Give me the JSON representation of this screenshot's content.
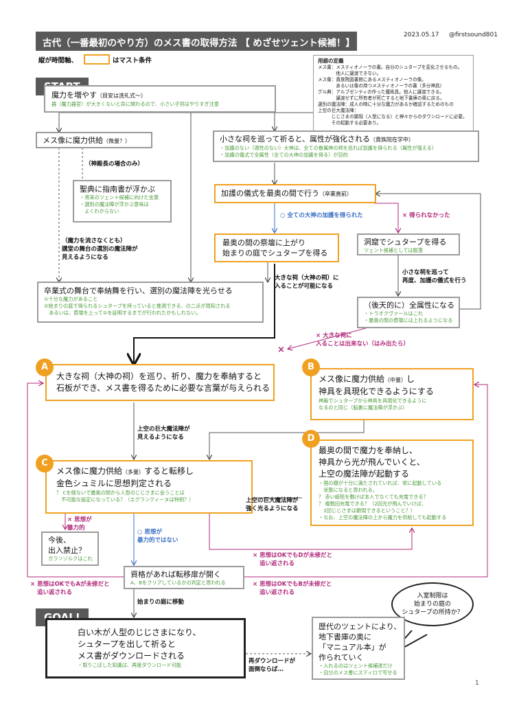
{
  "header": {
    "title": "古代（一番最初のやり方）のメス書の取得方法 【 めざせツェント候補！】",
    "date": "2023.05.17",
    "author": "@firstsound801"
  },
  "legend": {
    "vertical_axis": "縦が時間軸、",
    "must_condition": "はマスト条件"
  },
  "definitions": {
    "title": "用語の定義",
    "lines": [
      "メス書：メスティオノーラの書。自分のシュタープを変化させるもの。",
      "　　　　他人に譲渡できない。",
      "メス像：貴族院図書館にあるメスティオノーラの像。",
      "　　　　あるいは像の持つメスティオノーラの書（多分神具）",
      "グル典：アルブゼンティの作った魔術具。他人に譲渡できる。",
      "　　　　譲渡せずに所有者が死亡すると地下書庫の奥に戻る。",
      "選別の魔法陣：成人の時に十分な魔力があるか確認するためのもの",
      "上空の巨大魔法陣：",
      "　　　じじさまの顕現（人型になる）と神々からのダウンロードに必要。",
      "　　　その起動する必要あり。"
    ]
  },
  "tags": {
    "start": "START",
    "goal": "GOAL!"
  },
  "boxes": {
    "mana": {
      "title": "魔力を増やす",
      "title_small": "（目安は洗礼式〜）",
      "note": "器（魔力器官）が大きくないと命に関わるので、小さい子供はやりすぎ注意"
    },
    "mes_supply_small": {
      "title": "メス像に魔力供給",
      "title_small": "（微量？）"
    },
    "shrines_small": {
      "title": "小さな祠を巡って祈ると、属性が強化される",
      "title_small": "（貴族院在学中）",
      "notes": [
        "・加護のない（適性のない）大神は、全ての眷属神の祠を巡れば加護を得られる（属性が増える）",
        "・加護の儀式で全属性（全ての大神の加護を得る）が目的"
      ]
    },
    "scripture": {
      "title": "聖典に指南書が浮かぶ",
      "notes": [
        "・将来のツェント候補に向けた言葉",
        "・選別の魔法陣が浮かぶ意味は",
        "　よくわからない"
      ]
    },
    "blessing": {
      "title": "加護の儀式を最奥の間で行う",
      "title_small": "（卒業直前）"
    },
    "altar": {
      "line1": "最奥の間の祭壇に上がり",
      "line2": "始まりの庭でシュタープを得る"
    },
    "cave": {
      "title": "洞窟でシュタープを得る",
      "note": "ツェント候補としては脱落"
    },
    "graduation": {
      "title": "卒業式の舞台で奉納舞を行い、選別の魔法陣を光らせる",
      "notes": [
        "①十分な魔力があること",
        "②始まりの庭で得られるシュタープを持っていると推測できる、の二点が周知される",
        "　あるいは、祭壇を上って②を証明するまでが行われたかもしれない。"
      ]
    },
    "all_attr": {
      "title": "（後天的に）全属性になる",
      "notes": [
        "・トラオクヴァールはこれ",
        "・最奥の間の祭壇には上れるようになる"
      ]
    },
    "a": {
      "circle": "A",
      "line1": "大きな祠（大神の祠）を巡り、祈り、魔力を奉納すると",
      "line2": "石板ができ、メス書を得るために必要な言葉が与えられる"
    },
    "b": {
      "circle": "B",
      "line1": "メス像に魔力供給",
      "line1_small": "（中量）",
      "line1_tail": "し",
      "line2": "神具を具現化できるようにする",
      "notes": [
        "神殿でシュタープから神具を具現化できるように",
        "なるのと同じ（脳裏に魔法陣が浮かぶ）"
      ]
    },
    "c": {
      "circle": "C",
      "line1": "メス像に魔力供給",
      "line1_small": "（多量）",
      "line1_tail": "すると転移し",
      "line2": "金色シュミルに思想判定される",
      "notes": [
        "？ Cを経ないで最奥の間から人型のじじさまに会うことは",
        "　不可能な設定になっている？（エグランティーヌは特例？）"
      ]
    },
    "d": {
      "circle": "D",
      "line1": "最奥の間で魔力を奉納し、",
      "line2": "神具から光が飛んでいくと、",
      "line3": "上空の魔法陣が起動する",
      "notes": [
        "・国の礎が十分に満たされていれば、常に起動している",
        "　状態になると思われる。",
        "？ 赤い紙毯を敷けば本人でなくても充電できる？",
        "？ 複数回充電できる？（2回光が飛んでいけば、",
        "　2回じじさまは顕現できるということ？）",
        "・なお、上空の魔法陣の上から魔力を供給しても起動する"
      ]
    },
    "banned": {
      "line1": "今後、",
      "line2": "出入禁止？",
      "note": "ガラソゾルクはこれ"
    },
    "door": {
      "title": "資格があれば転移扉が開く",
      "note": "A、Bをクリアしているかの判定と思われる"
    },
    "goal_box": {
      "line1": "白い木が人型のじじさまになり、",
      "line2": "シュタープを出して祈ると",
      "line3": "メス書がダウンロードされる",
      "note": "・取りこぼした知識は、再度ダウンロード可能"
    },
    "manual": {
      "line1": "歴代のツェントにより、",
      "line2": "地下書庫の奥に",
      "line3": "「マニュアル本」が",
      "line4": "作られていく",
      "notes": [
        "・入れるのはツェント候補達だけ",
        "・自分のメス書にスティロで写せる"
      ]
    }
  },
  "bubble": {
    "lines": [
      "入室制限は",
      "始まりの庭の",
      "シュタープの所持か？"
    ]
  },
  "labels": {
    "priest_only": "（神殿長の場合のみ）",
    "mana_flow_1": "（魔力を流さなくとも）",
    "mana_flow_2": "講堂の舞台の選別の魔法陣が",
    "mana_flow_3": "見えるようになる",
    "got_all": "○ 全ての大神の加護を得られた",
    "not_got": "× 得られなかった",
    "big_shrine_1": "大きな祠（大神の祠）に",
    "big_shrine_2": "入ることが可能になる",
    "small_again_1": "小さな祠を巡って",
    "small_again_2": "再度、加護の儀式を行う",
    "cannot_enter_1": "× 大きな祠に",
    "cannot_enter_2": "入ることは出来ない（はみ出たら）",
    "cross_mark": "×",
    "visible_1": "上空の巨大魔法陣が",
    "visible_2": "見えるようになる",
    "bright_1": "上空の巨大魔法陣が",
    "bright_2": "強く光るようになる",
    "violent_1": "× 思想が",
    "violent_2": "暴力的",
    "nonviolent_1": "○ 思想が",
    "nonviolent_2": "暴力的ではない",
    "ok_no_d_1": "× 思想はOKでもDが未修だと",
    "ok_no_d_2": "追い返される",
    "ok_no_a_1": "× 思想はOKでもAが未修だと",
    "ok_no_a_2": "追い返される",
    "ok_no_b_1": "× 思想はOKでもBが未修だと",
    "ok_no_b_2": "追い返される",
    "to_garden": "始まりの庭に移動",
    "redownload_1": "再ダウンロードが",
    "redownload_2": "面倒ならば…"
  },
  "page_number": "1",
  "colors": {
    "orange": "#f0a020",
    "gray_box": "#9a9a9a",
    "pink": "#b0297a",
    "blue": "#3a6fc4",
    "green_note": "#4a9a3a",
    "title_bg": "#595959"
  }
}
